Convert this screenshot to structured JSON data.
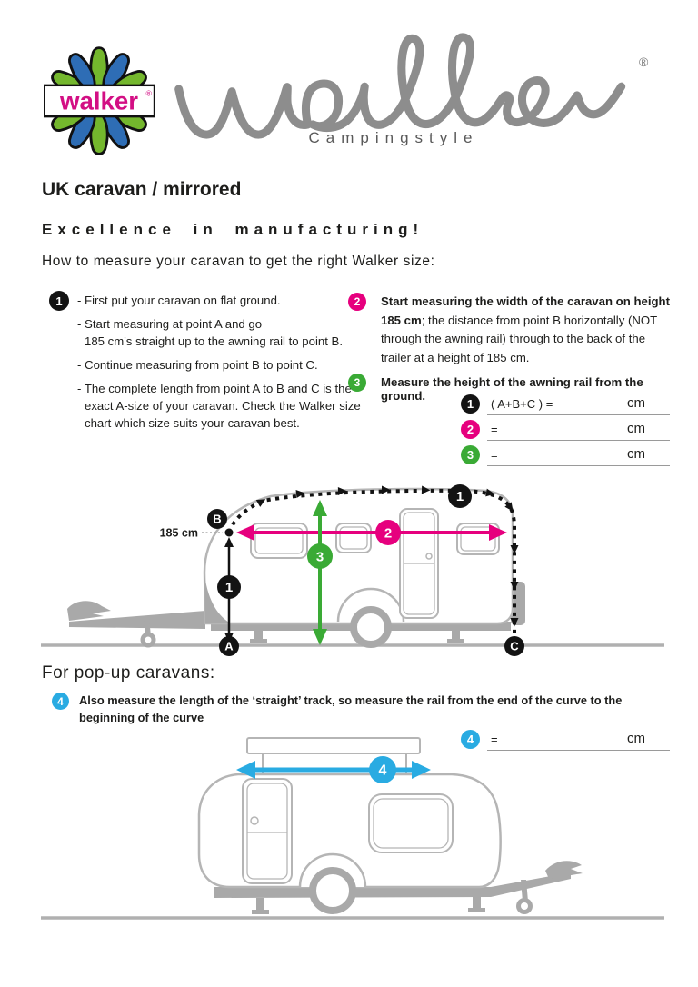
{
  "header": {
    "flower_logo_text": "walker",
    "flower_logo_registered": "®",
    "wordmark": "walker",
    "wordmark_registered": "®",
    "subtitle": "Campingstyle"
  },
  "intro": {
    "title": "UK caravan / mirrored",
    "tagline": "Excellence in manufacturing!",
    "howto": "How to measure your caravan to get the right Walker size:"
  },
  "steps": {
    "step1": {
      "number": "1",
      "item1": "- First put your caravan on flat ground.",
      "item2": "- Start measuring at point A and go\n185 cm's straight up to the awning rail to point B.",
      "item3": "- Continue measuring from point B to point C.",
      "item4": "- The complete length from point A to B and C is the\nexact A-size of your caravan. Check the Walker size\nchart which size suits your caravan best."
    },
    "step2": {
      "number": "2",
      "bold": "Start measuring the width of the caravan on height 185 cm",
      "rest": "; the distance from point B horizontally (NOT through the awning rail) through to the back of the trailer at a height of 185 cm."
    },
    "step3": {
      "number": "3",
      "text": "Measure the height of the awning rail from the ground."
    },
    "step4": {
      "number": "4",
      "text": "Also measure the length of the ‘straight’ track, so measure the rail from the end of the curve to the beginning of the curve"
    }
  },
  "form": {
    "row1": {
      "number": "1",
      "label": "( A+B+C ) =",
      "unit": "cm",
      "value": ""
    },
    "row2": {
      "number": "2",
      "label": "=",
      "unit": "cm",
      "value": ""
    },
    "row3": {
      "number": "3",
      "label": "=",
      "unit": "cm",
      "value": ""
    },
    "row4": {
      "number": "4",
      "label": "=",
      "unit": "cm",
      "value": ""
    }
  },
  "popup_heading": "For pop-up caravans:",
  "diagram1": {
    "height_label": "185 cm",
    "point_a": "A",
    "point_b": "B",
    "point_c": "C",
    "badge_rail": "1",
    "badge_height": "1",
    "badge_width": "2",
    "badge_rail_height": "3"
  },
  "diagram2": {
    "badge_track": "4"
  },
  "colors": {
    "magenta": "#e6007e",
    "green": "#3aaa35",
    "blue": "#29abe2",
    "black": "#131313",
    "diagram_outline": "#b5b5b5",
    "diagram_solid": "#a9a9a9",
    "wordmark_gray": "#8d8d8d",
    "logo_blue": "#2e6db5",
    "logo_green": "#74b72d",
    "logo_text_magenta": "#d30f84"
  }
}
